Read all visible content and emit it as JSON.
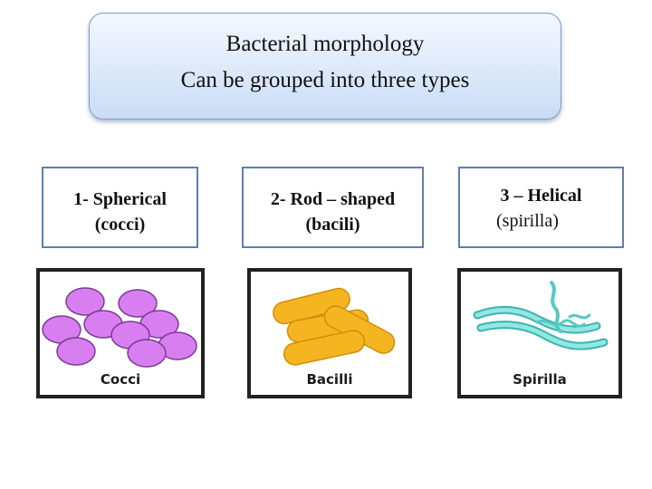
{
  "title": {
    "line1": "Bacterial morphology",
    "line2": "Can be grouped into three types"
  },
  "types": [
    {
      "line1": "1- Spherical",
      "line2": "(cocci)"
    },
    {
      "line1": "2- Rod – shaped",
      "line2": "(bacili)"
    },
    {
      "line1": "3 – Helical",
      "line2": "(spirilla)"
    }
  ],
  "images": [
    {
      "caption": "Cocci",
      "icon": "cocci-icon",
      "color": "#d97ef0"
    },
    {
      "caption": "Bacilli",
      "icon": "bacilli-icon",
      "color": "#f5b520"
    },
    {
      "caption": "Spirilla",
      "icon": "spirilla-icon",
      "color": "#6fd6d0"
    }
  ]
}
